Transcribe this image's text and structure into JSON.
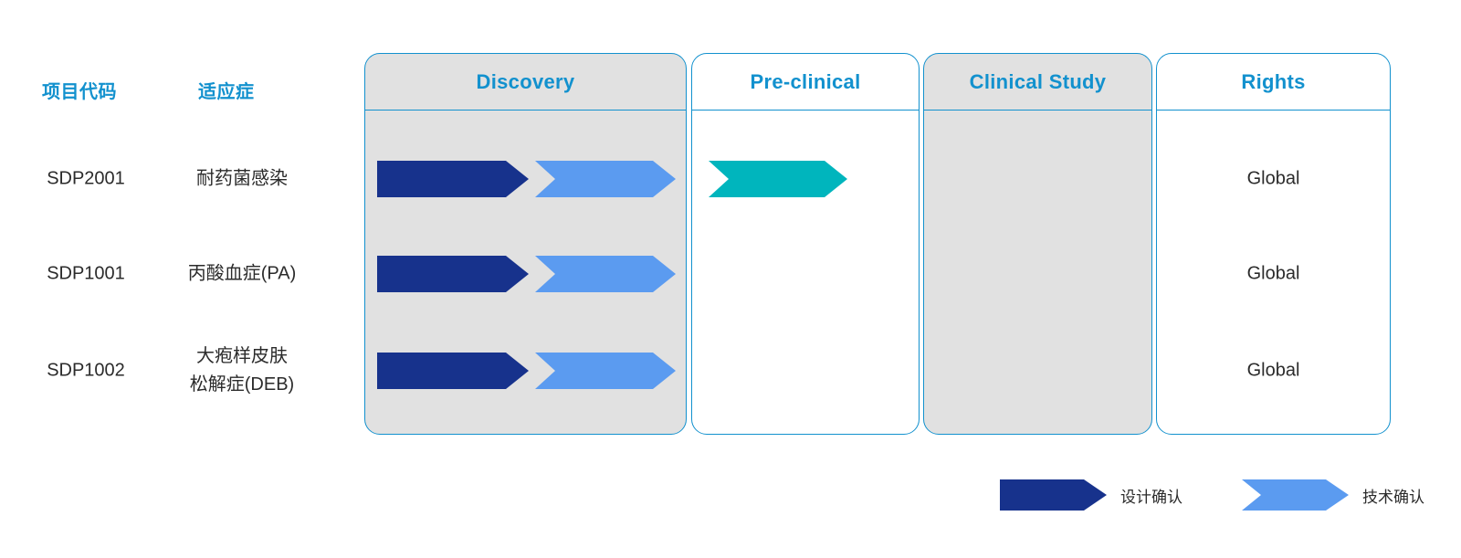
{
  "chart_data": {
    "type": "table",
    "title": "",
    "columns": [
      "项目代码",
      "适应症",
      "Discovery",
      "Pre-clinical",
      "Clinical Study",
      "Rights"
    ],
    "phases": [
      "Discovery",
      "Pre-clinical",
      "Clinical Study"
    ],
    "rows": [
      {
        "code": "SDP2001",
        "indication": "耐药菌感染",
        "indication_lines": [
          "耐药菌感染"
        ],
        "rights": "Global",
        "progress": {
          "design_confirmation": "Discovery",
          "technical_confirmation": "Discovery",
          "additional": "Pre-clinical"
        },
        "bars": [
          {
            "stage": "Discovery",
            "type": "design-confirmation",
            "color": "#17328c"
          },
          {
            "stage": "Discovery",
            "type": "technical-confirmation",
            "color": "#5b9bf0"
          },
          {
            "stage": "Pre-clinical",
            "type": "progress",
            "color": "#00b5bd"
          }
        ]
      },
      {
        "code": "SDP1001",
        "indication": "丙酸血症(PA)",
        "indication_lines": [
          "丙酸血症(PA)"
        ],
        "rights": "Global",
        "progress": {
          "design_confirmation": "Discovery",
          "technical_confirmation": "Discovery"
        },
        "bars": [
          {
            "stage": "Discovery",
            "type": "design-confirmation",
            "color": "#17328c"
          },
          {
            "stage": "Discovery",
            "type": "technical-confirmation",
            "color": "#5b9bf0"
          }
        ]
      },
      {
        "code": "SDP1002",
        "indication": "大疱样皮肤松解症(DEB)",
        "indication_lines": [
          "大疱样皮肤",
          "松解症(DEB)"
        ],
        "rights": "Global",
        "progress": {
          "design_confirmation": "Discovery",
          "technical_confirmation": "Discovery"
        },
        "bars": [
          {
            "stage": "Discovery",
            "type": "design-confirmation",
            "color": "#17328c"
          },
          {
            "stage": "Discovery",
            "type": "technical-confirmation",
            "color": "#5b9bf0"
          }
        ]
      }
    ]
  },
  "headers": {
    "code": "项目代码",
    "indication": "适应症",
    "discovery": "Discovery",
    "preclinical": "Pre-clinical",
    "clinical": "Clinical Study",
    "rights": "Rights"
  },
  "rows": [
    {
      "code": "SDP2001",
      "indication_line1": "耐药菌感染",
      "indication_line2": "",
      "rights": "Global"
    },
    {
      "code": "SDP1001",
      "indication_line1": "丙酸血症(PA)",
      "indication_line2": "",
      "rights": "Global"
    },
    {
      "code": "SDP1002",
      "indication_line1": "大疱样皮肤",
      "indication_line2": "松解症(DEB)",
      "rights": "Global"
    }
  ],
  "legend": {
    "items": [
      {
        "label": "设计确认",
        "color": "#17328c",
        "shape": "arrow-flat-left"
      },
      {
        "label": "技术确认",
        "color": "#5b9bf0",
        "shape": "chevron"
      }
    ]
  },
  "colors": {
    "accent_blue": "#1291ce",
    "panel_shaded": "#e1e1e1",
    "design_navy": "#17328c",
    "technical_blue": "#5b9bf0",
    "progress_teal": "#00b5bd",
    "text": "#2b2b2b"
  }
}
